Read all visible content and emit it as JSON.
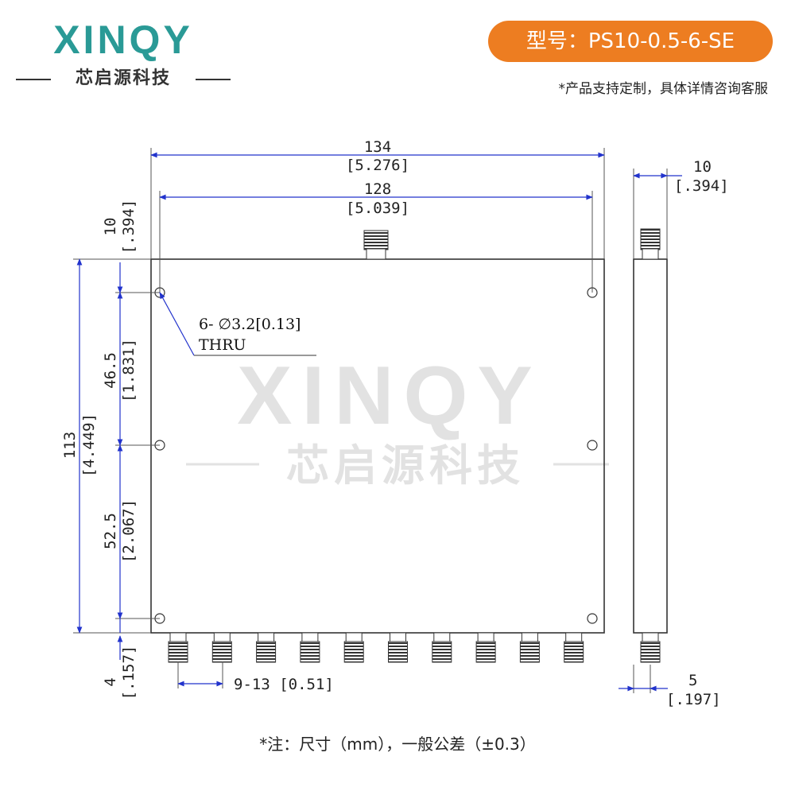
{
  "brand": {
    "logo_text": "XINQY",
    "logo_subtitle": "芯启源科技",
    "accent_color": "#2a9a96"
  },
  "model": {
    "label": "型号：PS10-0.5-6-SE",
    "badge_color": "#ed7d21"
  },
  "custom_note": "*产品支持定制，具体详情咨询客服",
  "watermark": {
    "word": "XINQY",
    "subtitle": "芯启源科技"
  },
  "dimensions": {
    "overall_width": {
      "mm": "134",
      "inch": "[5.276]"
    },
    "hole_spacing_x": {
      "mm": "128",
      "inch": "[5.039]"
    },
    "connector_offset": {
      "mm": "10",
      "inch": "[.394]"
    },
    "side_thickness": {
      "mm": "10",
      "inch": "[.394]"
    },
    "overall_height": {
      "mm": "113",
      "inch": "[4.449]"
    },
    "hole_spacing_upper": {
      "mm": "46.5",
      "inch": "[1.831]"
    },
    "hole_spacing_lower": {
      "mm": "52.5",
      "inch": "[2.067]"
    },
    "bottom_offset": {
      "mm": "4",
      "inch": "[.157]"
    },
    "connector_pitch": "9-13 [0.51]",
    "side_bottom": {
      "mm": "5",
      "inch": "[.197]"
    }
  },
  "hole_callout": {
    "line1": "6- ∅3.2[0.13]",
    "line2": "THRU"
  },
  "footer_note": "*注：尺寸（mm），一般公差（±0.3）"
}
